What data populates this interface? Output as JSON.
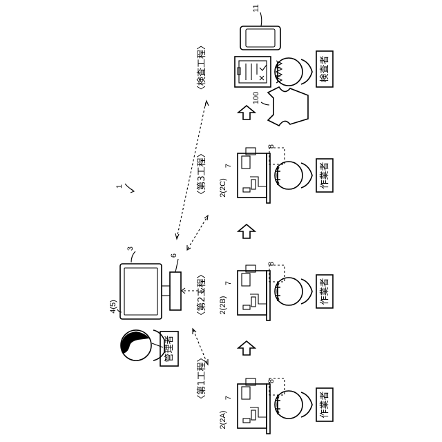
{
  "process_labels": [
    "〈第1工程〉",
    "〈第2工程〉",
    "〈第3工程〉",
    "〈検査工程〉"
  ],
  "role_labels": {
    "worker": "作業者",
    "inspector": "検査者",
    "manager": "管理者"
  },
  "ref_labels": {
    "system": "1",
    "terminal": "3",
    "terminal_sub": "4(5)",
    "device": "6",
    "wearable_a": "2(2A)",
    "wearable_b": "2(2B)",
    "wearable_c": "2(2C)",
    "sensor": "7",
    "tag": "8",
    "product": "100",
    "tablet": "11"
  }
}
